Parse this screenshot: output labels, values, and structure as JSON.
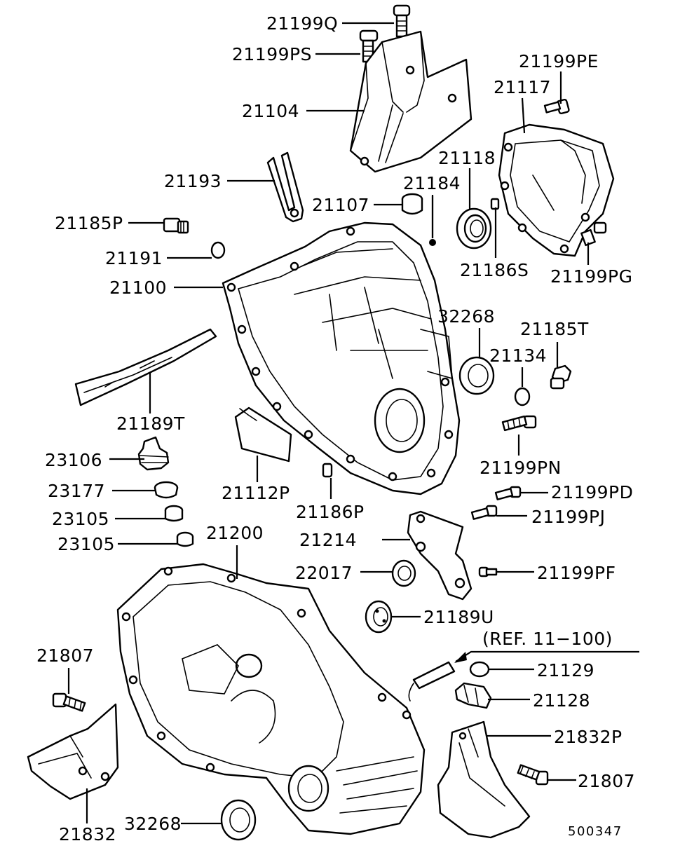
{
  "diagram_id": "500347",
  "reference_note": "(REF. 11−100)",
  "labels": {
    "l21199Q": "21199Q",
    "l21199PS": "21199PS",
    "l21104": "21104",
    "l21199PE": "21199PE",
    "l21117": "21117",
    "l21118": "21118",
    "l21193": "21193",
    "l21184": "21184",
    "l21107": "21107",
    "l21185P": "21185P",
    "l21191": "21191",
    "l21186S": "21186S",
    "l21199PG": "21199PG",
    "l21100": "21100",
    "l32268a": "32268",
    "l21185T": "21185T",
    "l21134": "21134",
    "l21189T": "21189T",
    "l21199PN": "21199PN",
    "l23106": "23106",
    "l23177": "23177",
    "l21112P": "21112P",
    "l21199PD": "21199PD",
    "l23105a": "23105",
    "l21186P": "21186P",
    "l21199PJ": "21199PJ",
    "l21200": "21200",
    "l23105b": "23105",
    "l21214": "21214",
    "l22017": "22017",
    "l21199PF": "21199PF",
    "l21189U": "21189U",
    "l21807a": "21807",
    "l21129": "21129",
    "l21128": "21128",
    "l21832P": "21832P",
    "l21807b": "21807",
    "l32268b": "32268",
    "l21832": "21832"
  }
}
